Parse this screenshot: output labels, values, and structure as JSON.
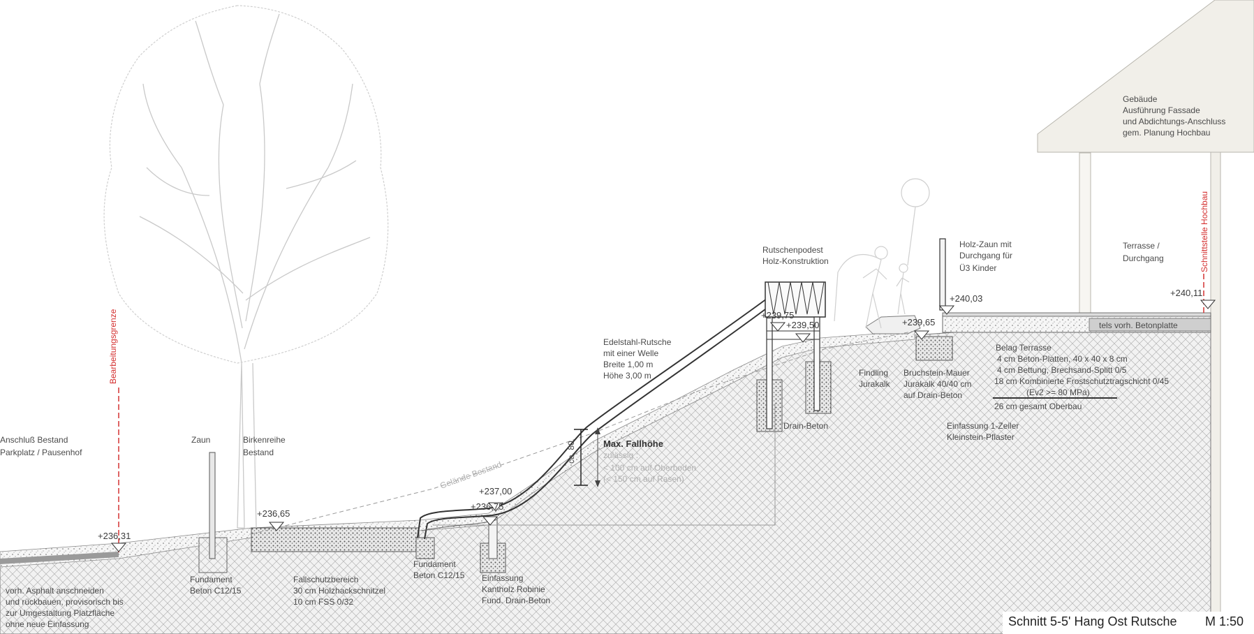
{
  "boundary_label": "Bearbeitungsgrenze",
  "interface_label": "Schnittstelle Hochbau",
  "labels": {
    "anschluss": [
      "Anschluß Bestand",
      "Parkplatz / Pausenhof"
    ],
    "zaun": "Zaun",
    "birken": [
      "Birkenreihe",
      "Bestand"
    ],
    "asphalt": [
      "vorh. Asphalt anschneiden",
      "und rückbauen, provisorisch bis",
      "zur Umgestaltung Platzfläche",
      "ohne neue Einfassung"
    ],
    "fundament_zaun": [
      "Fundament",
      "Beton C12/15"
    ],
    "fallschutz": [
      "Fallschutzbereich",
      "30 cm Holzhackschnitzel",
      "10 cm FSS 0/32"
    ],
    "fundament_rutsche": [
      "Fundament",
      "Beton C12/15"
    ],
    "einfassung": [
      "Einfassung",
      "Kantholz Robinie",
      "Fund. Drain-Beton"
    ],
    "rutsche": [
      "Edelstahl-Rutsche",
      "mit einer Welle",
      "Breite 1,00 m",
      "Höhe 3,00 m"
    ],
    "gelaende": "Gelände Bestand",
    "fallhoehe": {
      "title": "Max. Fallhöhe",
      "lines": [
        "zulässig :",
        "< 100 cm auf Oberboden",
        "(< 150 cm auf Rasen)"
      ],
      "dim": "ca. 80"
    },
    "podest": [
      "Rutschenpodest",
      "Holz-Konstruktion"
    ],
    "drain": "Drain-Beton",
    "findling": [
      "Findling",
      "Jurakalk"
    ],
    "mauer": [
      "Bruchstein-Mauer",
      "Jurakalk 40/40 cm",
      "auf Drain-Beton"
    ],
    "holzzaun": [
      "Holz-Zaun mit",
      "Durchgang für",
      "Ü3 Kinder"
    ],
    "gebaeude": [
      "Gebäude",
      "Ausführung Fassade",
      "und Abdichtungs-Anschluss",
      "gem. Planung Hochbau"
    ],
    "terrasse": [
      "Terrasse /",
      "Durchgang"
    ],
    "betonplatte": "tels vorh. Betonplatte",
    "belag": {
      "title": "Belag Terrasse",
      "lines": [
        "4 cm Beton-Platten, 40 x 40 x 8 cm",
        "4 cm Bettung, Brechsand-Splitt 0/5",
        "18 cm Kombinierte Frostschutztragschicht 0/45",
        "(Ev2 >= 80 MPa)"
      ],
      "total": "26 cm gesamt Oberbau"
    },
    "einfassung_zeiler": [
      "Einfassung 1-Zeiler",
      "Kleinstein-Pflaster"
    ]
  },
  "levels": [
    "+236,31",
    "+236,65",
    "+237,00",
    "+236,75",
    "+239,75",
    "+239,50",
    "+239,65",
    "+240,03",
    "+240,11"
  ],
  "title_block": {
    "title": "Schnitt 5-5' Hang Ost Rutsche",
    "scale": "M 1:50"
  }
}
